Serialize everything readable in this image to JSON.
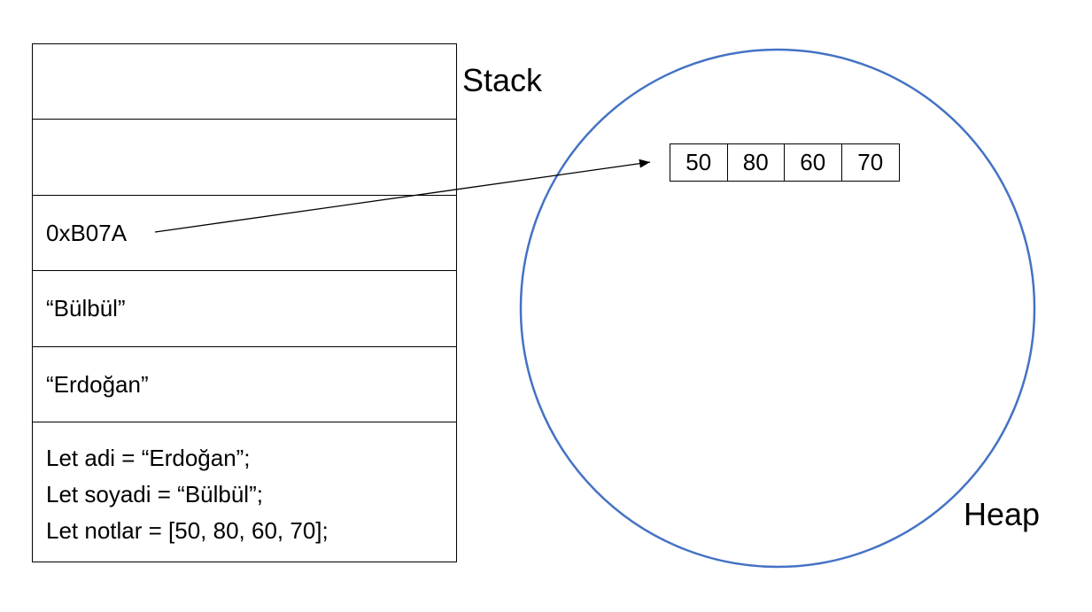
{
  "stack": {
    "label": "Stack",
    "cells": [
      "",
      "",
      "0xB07A",
      "“Bülbül”",
      "“Erdoğan”"
    ],
    "code_lines": [
      "Let adi = “Erdoğan”;",
      "Let soyadi = “Bülbül”;",
      "Let notlar = [50, 80, 60, 70];"
    ]
  },
  "heap": {
    "label": "Heap",
    "circle_color": "#4472C4",
    "array_values": [
      "50",
      "80",
      "60",
      "70"
    ]
  }
}
